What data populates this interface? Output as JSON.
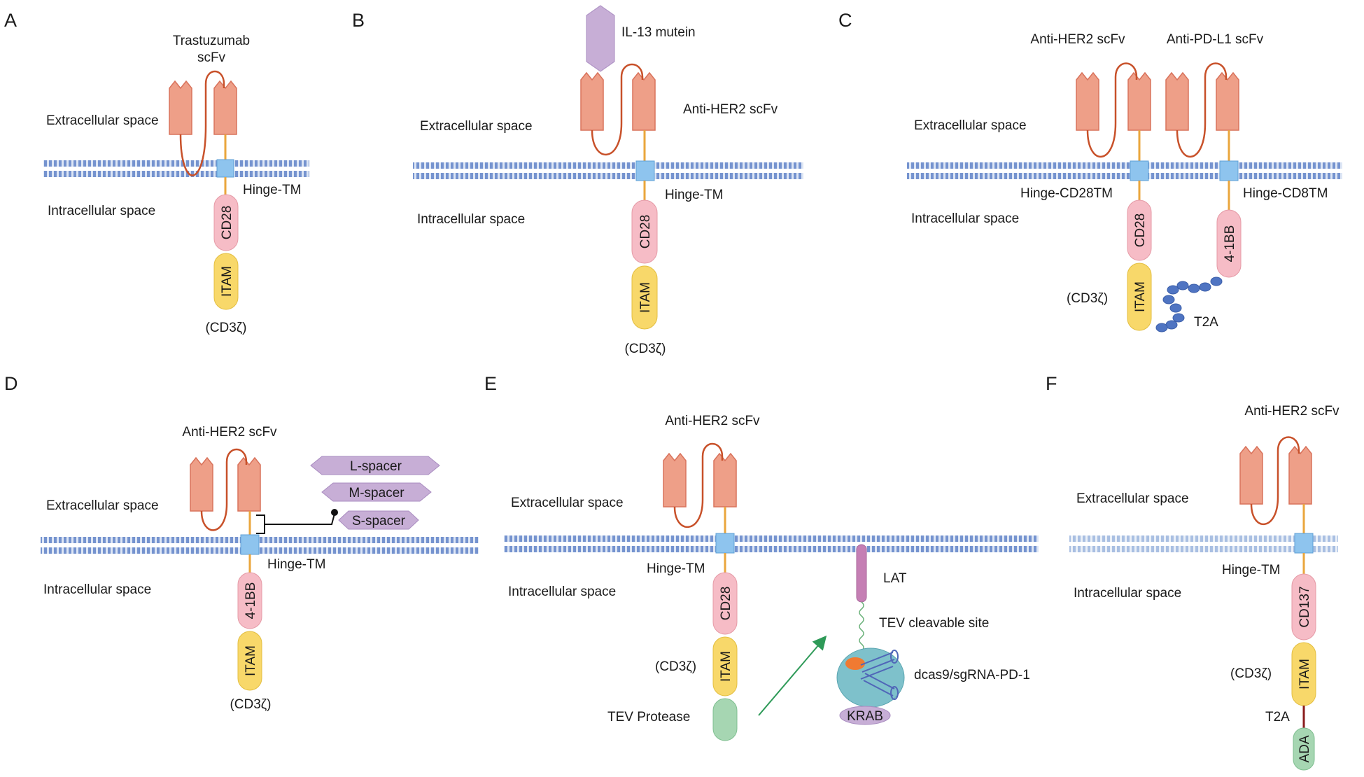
{
  "colors": {
    "membrane": "#6e8fcf",
    "membrane_light": "#d8e3f4",
    "scfv_fill": "#ee9f88",
    "scfv_stroke": "#d9735c",
    "linker": "#c8512a",
    "stalk": "#eaa63c",
    "tm_box": "#8ec4ee",
    "tm_stroke": "#5f9fd6",
    "cd28_fill": "#f6bcc6",
    "itam_fill": "#f8d86a",
    "spacer_fill": "#c7aed6",
    "tev_fill": "#a6d6b2",
    "dcas9_fill": "#7ec1cb",
    "t2a_bead": "#4f74c2",
    "arrow": "#2e9a58",
    "lat_fill": "#c57fb4"
  },
  "panels": {
    "A": {
      "letter": "A",
      "scfv_label": [
        "Trastuzumab",
        "scFv"
      ],
      "extracellular": "Extracellular space",
      "intracellular": "Intracellular space",
      "hinge": "Hinge-TM",
      "cd28": "CD28",
      "itam": "ITAM",
      "cd3z": "(CD3ζ)"
    },
    "B": {
      "letter": "B",
      "mutein": "IL-13 mutein",
      "scfv_label": "Anti-HER2 scFv",
      "extracellular": "Extracellular space",
      "intracellular": "Intracellular space",
      "hinge": "Hinge-TM",
      "cd28": "CD28",
      "itam": "ITAM",
      "cd3z": "(CD3ζ)"
    },
    "C": {
      "letter": "C",
      "scfv1": "Anti-HER2 scFv",
      "scfv2": "Anti-PD-L1 scFv",
      "extracellular": "Extracellular space",
      "intracellular": "Intracellular space",
      "hinge1": "Hinge-CD28TM",
      "hinge2": "Hinge-CD8TM",
      "cd28": "CD28",
      "bb": "4-1BB",
      "itam": "ITAM",
      "cd3z": "(CD3ζ)",
      "t2a": "T2A"
    },
    "D": {
      "letter": "D",
      "scfv_label": "Anti-HER2 scFv",
      "extracellular": "Extracellular space",
      "intracellular": "Intracellular space",
      "hinge": "Hinge-TM",
      "bb": "4-1BB",
      "itam": "ITAM",
      "cd3z": "(CD3ζ)",
      "spacers": [
        "L-spacer",
        "M-spacer",
        "S-spacer"
      ]
    },
    "E": {
      "letter": "E",
      "scfv_label": "Anti-HER2 scFv",
      "extracellular": "Extracellular space",
      "intracellular": "Intracellular space",
      "hinge": "Hinge-TM",
      "cd28": "CD28",
      "itam": "ITAM",
      "cd3z": "(CD3ζ)",
      "tev": "TEV Protease",
      "lat": "LAT",
      "tev_site": "TEV cleavable site",
      "dcas9": "dcas9/sgRNA-PD-1",
      "krab": "KRAB"
    },
    "F": {
      "letter": "F",
      "scfv_label": "Anti-HER2 scFv",
      "extracellular": "Extracellular space",
      "intracellular": "Intracellular space",
      "hinge": "Hinge-TM",
      "cd137": "CD137",
      "itam": "ITAM",
      "cd3z": "(CD3ζ)",
      "t2a": "T2A",
      "ada": "ADA"
    }
  }
}
